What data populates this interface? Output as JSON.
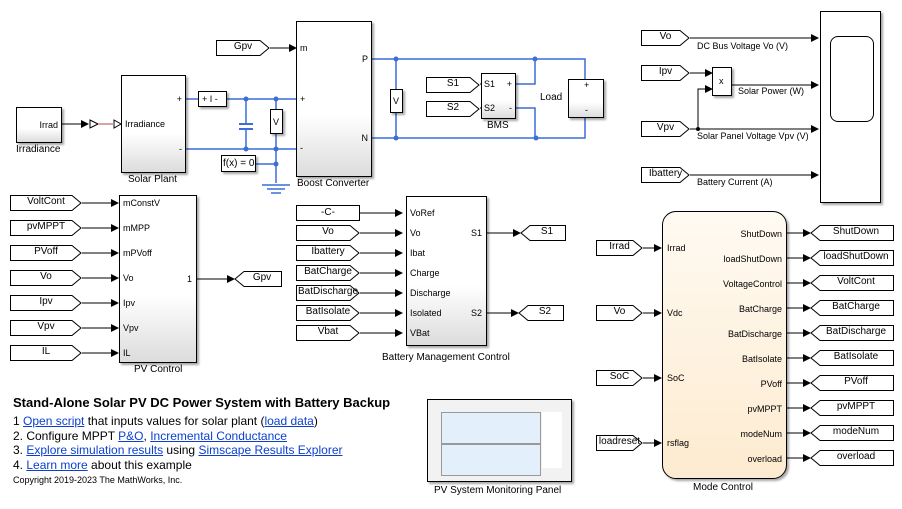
{
  "model": {
    "title": "Stand-Alone Solar PV DC Power System with Battery Backup",
    "steps": [
      {
        "prefix": "1 ",
        "parts": [
          {
            "link": "Open script"
          },
          {
            "text": " that inputs values for solar plant ("
          },
          {
            "link": "load data"
          },
          {
            "text": ")"
          }
        ]
      },
      {
        "prefix": "2. ",
        "parts": [
          {
            "text": "Configure MPPT "
          },
          {
            "link": "P&O"
          },
          {
            "text": ", "
          },
          {
            "link": "Incremental Conductance"
          }
        ]
      },
      {
        "prefix": "3. ",
        "parts": [
          {
            "link": "Explore simulation results"
          },
          {
            "text": " using "
          },
          {
            "link": "Simscape Results Explorer"
          }
        ]
      },
      {
        "prefix": "4. ",
        "parts": [
          {
            "link": "Learn more"
          },
          {
            "text": " about this example"
          }
        ]
      }
    ],
    "copyright": "Copyright 2019-2023 The MathWorks, Inc.",
    "colors": {
      "physical_wire": "#3a6fd8",
      "signal_wire": "#000000",
      "link": "#0b3fcf",
      "chart_fill": "#fdf1de"
    }
  },
  "blocks": {
    "irradiance": {
      "name": "Irradiance",
      "port": "Irrad"
    },
    "solar_plant": {
      "name": "Solar Plant",
      "in_port": "Irradiance",
      "plus": "+",
      "minus": "-"
    },
    "current_sensor": {
      "label": "+  I  -"
    },
    "solver_config": {
      "label": "f(x) = 0"
    },
    "boost": {
      "name": "Boost Converter",
      "ports": {
        "m": "m",
        "plus": "+",
        "minus": "-",
        "P": "P",
        "N": "N"
      }
    },
    "bms": {
      "name": "BMS",
      "ports": {
        "S1": "S1",
        "S2": "S2",
        "plus": "+",
        "minus": "-"
      }
    },
    "load": {
      "name": "Load",
      "plus": "+",
      "minus": "-"
    },
    "voltmeter": {
      "label": "V"
    },
    "product": {
      "label": "x"
    },
    "pv_control": {
      "name": "PV Control",
      "inputs": [
        "mConstV",
        "mMPP",
        "mPVoff",
        "Vo",
        "Ipv",
        "Vpv",
        "IL"
      ],
      "output": "1"
    },
    "battery_control": {
      "name": "Battery Management Control",
      "inputs": [
        "VoRef",
        "Vo",
        "Ibat",
        "Charge",
        "Discharge",
        "Isolated",
        "VBat"
      ],
      "outputs": [
        "S1",
        "S2"
      ]
    },
    "mode_control": {
      "name": "Mode Control",
      "inputs": [
        "Irrad",
        "Vdc",
        "SoC",
        "rsflag"
      ],
      "outputs": [
        "ShutDown",
        "loadShutDown",
        "VoltageControl",
        "BatCharge",
        "BatDischarge",
        "BatIsolate",
        "PVoff",
        "pvMPPT",
        "modeNum",
        "overload"
      ]
    },
    "monitoring_panel": {
      "name": "PV System Monitoring Panel"
    }
  },
  "tags": {
    "from_gpv": "Gpv",
    "from_s1": "S1",
    "from_s2": "S2",
    "scope_inputs": [
      "Vo",
      "Ipv",
      "Vpv",
      "Ibattery"
    ],
    "scope_signal_labels": [
      "DC Bus Voltage Vo (V)",
      "Solar Power (W)",
      "Solar Panel Voltage Vpv (V)",
      "Battery Current (A)"
    ],
    "pv_inputs": [
      "VoltCont",
      "pvMPPT",
      "PVoff",
      "Vo",
      "Ipv",
      "Vpv",
      "IL"
    ],
    "pv_goto": "Gpv",
    "bat_inputs": [
      "-C-",
      "Vo",
      "Ibattery",
      "BatCharge",
      "BatDischarge",
      "BatIsolate",
      "Vbat"
    ],
    "bat_gotos": [
      "S1",
      "S2"
    ],
    "mode_inputs": [
      "Irrad",
      "Vo",
      "SoC",
      "loadreset"
    ],
    "mode_gotos": [
      "ShutDown",
      "loadShutDown",
      "VoltCont",
      "BatCharge",
      "BatDischarge",
      "BatIsolate",
      "PVoff",
      "pvMPPT",
      "modeNum",
      "overload"
    ]
  }
}
